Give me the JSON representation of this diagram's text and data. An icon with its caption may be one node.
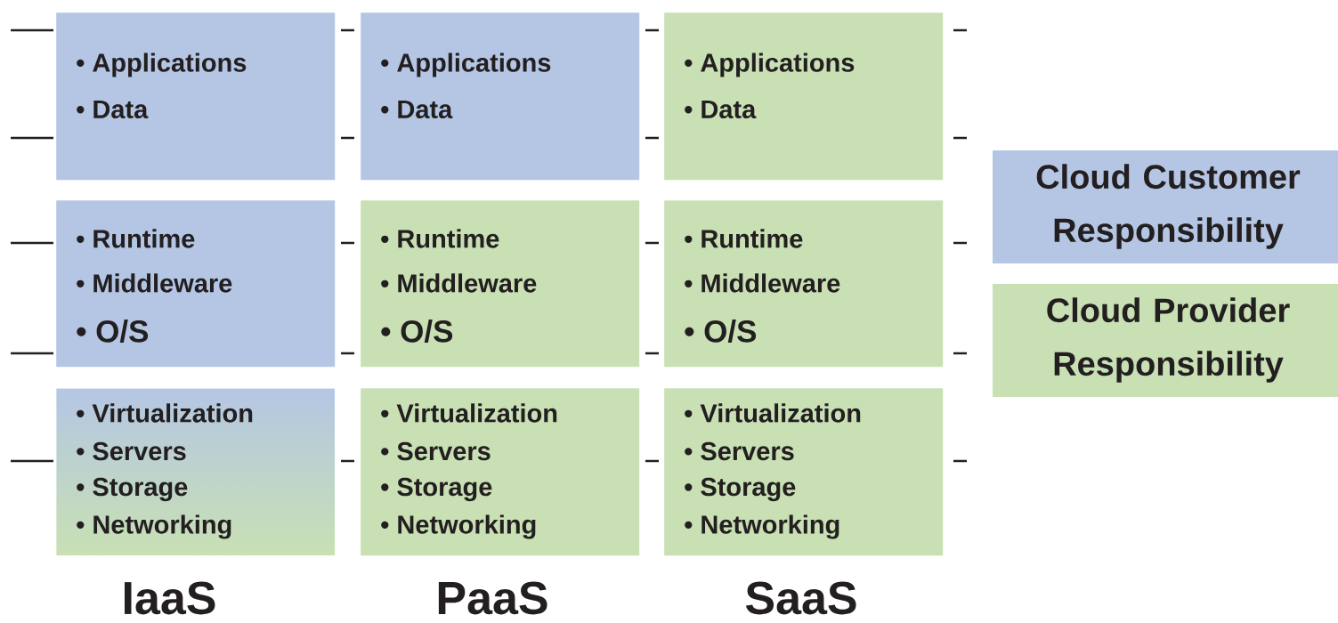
{
  "diagram": {
    "nodes": [
      {
        "text": [
          "• Applications",
          "• Data"
        ]
      },
      {
        "text": [
          "• Applications",
          "• Data"
        ]
      },
      {
        "text": [
          "• Applications",
          "• Data"
        ]
      },
      {
        "text": [
          "• Runtime",
          "• Middleware",
          "• O/S"
        ]
      },
      {
        "text": [
          "• Runtime",
          "• Middleware",
          "• O/S"
        ]
      },
      {
        "text": [
          "• Runtime",
          "• Middleware",
          "• O/S"
        ]
      },
      {
        "text": [
          "• Virtualization",
          "• Servers",
          "• Storage",
          "• Networking"
        ]
      },
      {
        "text": [
          "• Virtualization",
          "• Servers",
          "• Storage",
          "• Networking"
        ]
      },
      {
        "text": [
          "• Virtualization",
          "• Servers",
          "• Storage",
          "• Networking"
        ]
      }
    ],
    "labels": [
      "IaaS",
      "PaaS",
      "SaaS"
    ],
    "legend": [
      {
        "text": "Cloud Customer Responsibility",
        "color": "#b4c6e4"
      },
      {
        "text": "Cloud Provider Responsibility",
        "color": "#c8e0b4"
      }
    ]
  }
}
